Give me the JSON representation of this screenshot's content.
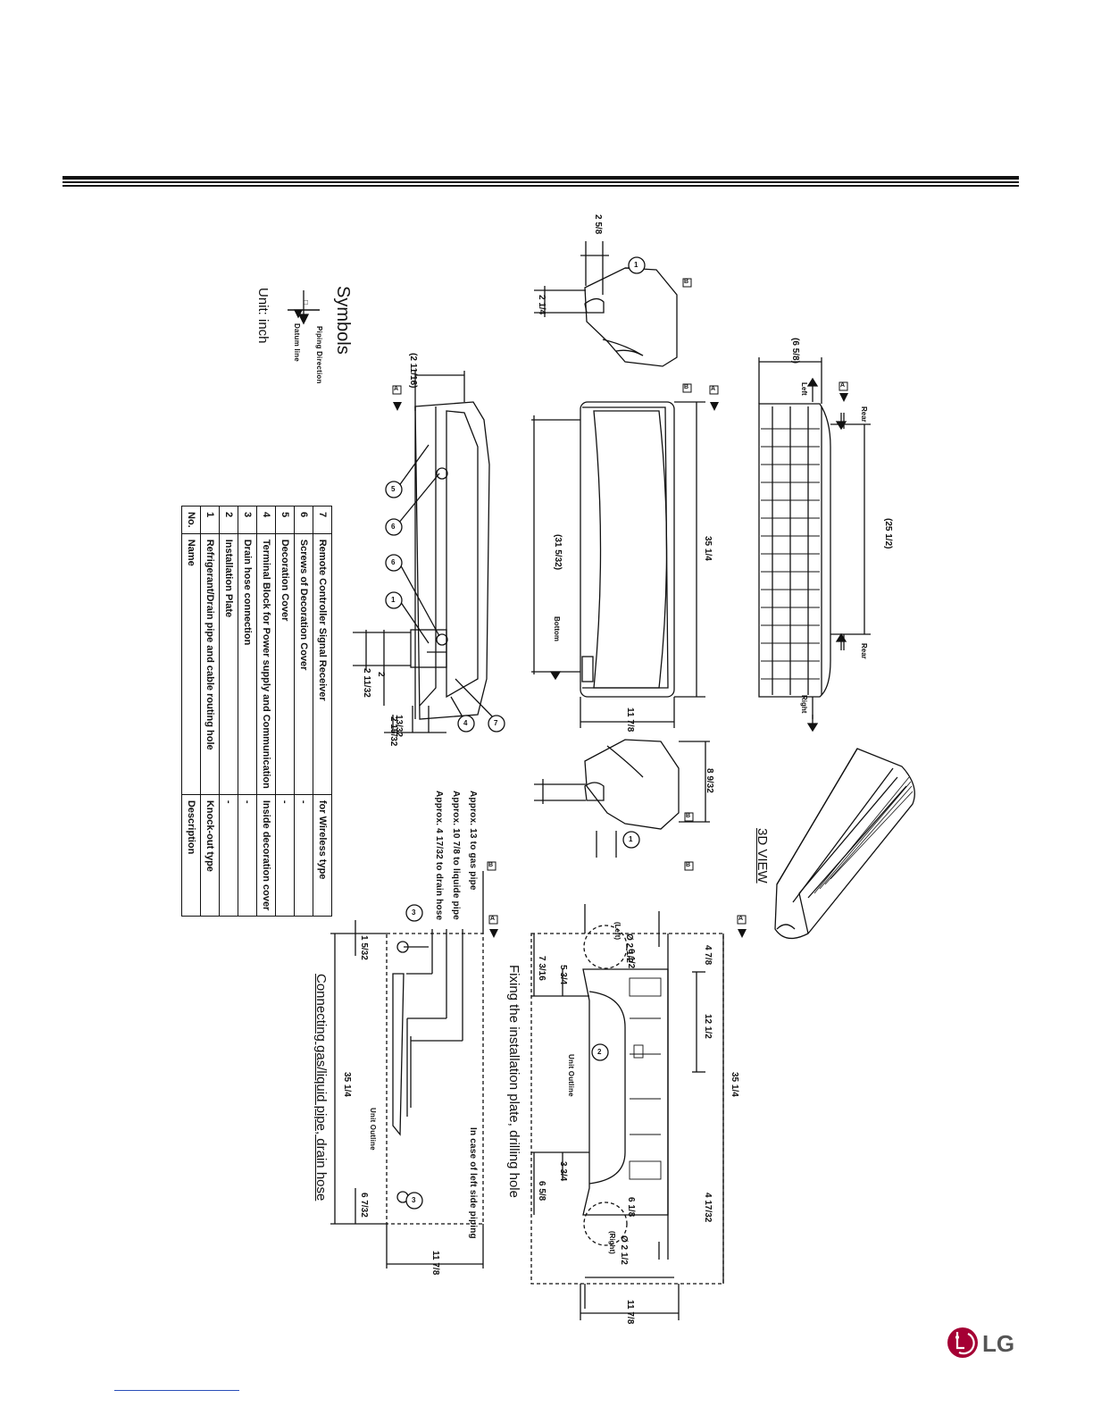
{
  "legend": {
    "title": "Symbols",
    "piping_direction": "Piping Direction",
    "datum_line": "Datum line",
    "datum_mark": "□",
    "unit": "Unit: inch"
  },
  "parts_table": {
    "headers": [
      "No.",
      "Name",
      "Description"
    ],
    "rows": [
      [
        "1",
        "Refrigerant/Drain pipe and cable routing hole",
        "Knock-out type"
      ],
      [
        "2",
        "Installation Plate",
        "-"
      ],
      [
        "3",
        "Drain hose connection",
        "-"
      ],
      [
        "4",
        "Terminal Block for Power supply and Communication",
        "Inside decoration cover"
      ],
      [
        "5",
        "Decoration Cover",
        "-"
      ],
      [
        "6",
        "Screws of Decoration Cover",
        "-"
      ],
      [
        "7",
        "Remote Controller Signal Receiver",
        "for Wireless type"
      ]
    ]
  },
  "views": {
    "three_d_title": "3D VIEW",
    "install_plate_title": "Fixing the installation plate, drilling hole",
    "piping_title": "Connecting gas/liquid pipe, drain hose",
    "left_side_note": "In case of left side piping",
    "unit_outline": "Unit Outline",
    "directions": {
      "left": "Left",
      "right": "Right",
      "rear": "Rear",
      "bottom": "Bottom",
      "hole_left": "(Left)",
      "hole_right": "(Right)"
    },
    "approx_notes": [
      "Approx. 13 to gas pipe",
      "Approx. 10 7/8 to liquide pipe",
      "Approx. 4 17/32 to drain hose"
    ]
  },
  "dimensions": {
    "width": "35 1/4",
    "width_inner": "(31 5/32)",
    "height": "11 7/8",
    "depth": "8 9/32",
    "top_depth": "(6 5/8)",
    "rear_span": "(25 1/2)",
    "plate_center": "12 1/2",
    "hole_dia": "Ø 2 1/2",
    "front_offset": "(2 11/16)",
    "plate_left": "4 7/8",
    "plate_right": "4 17/32",
    "left_a": "7 3/16",
    "left_b": "5 3/4",
    "right_a": "3 3/4",
    "right_b": "6 5/8",
    "hole_off_l": "6 1/2",
    "hole_off_r": "6 1/8",
    "drain_l": "6 7/32",
    "drain_top": "1 5/32",
    "side_a": "2 5/8",
    "side_b": "2 1/4",
    "small_a": "2 11/32",
    "small_b": "2",
    "small_c": "13/32",
    "small_d": "2 15/32"
  },
  "callouts": [
    "1",
    "2",
    "3",
    "4",
    "5",
    "6",
    "7"
  ],
  "datum_letters": [
    "A",
    "B"
  ],
  "logo": {
    "text": "LG",
    "color": "#a50034"
  }
}
